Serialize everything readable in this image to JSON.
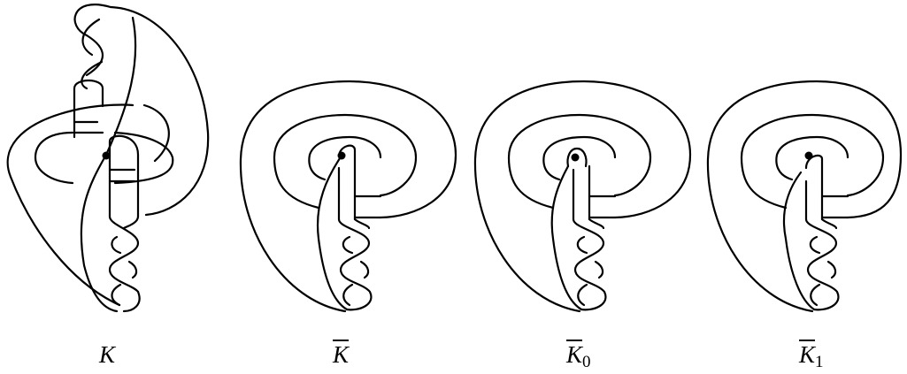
{
  "panels": [
    {
      "id": "K",
      "label": "K",
      "overline": false,
      "subscript": ""
    },
    {
      "id": "K-bar",
      "label": "K",
      "overline": true,
      "subscript": ""
    },
    {
      "id": "K-bar-0",
      "label": "K",
      "overline": true,
      "subscript": "0"
    },
    {
      "id": "K-bar-1",
      "label": "K",
      "overline": true,
      "subscript": "1"
    }
  ],
  "colors": {
    "line": "#000000",
    "background": "#ffffff"
  }
}
